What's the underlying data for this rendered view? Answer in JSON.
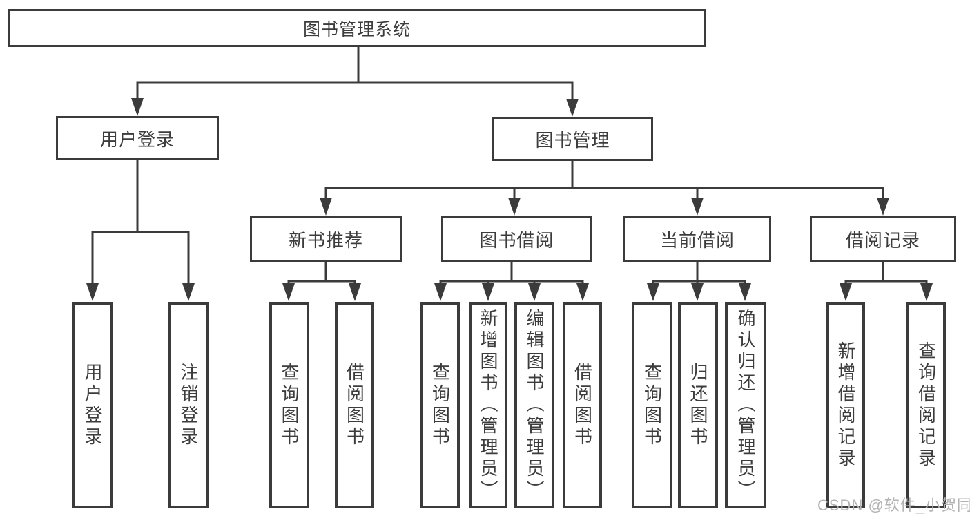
{
  "diagram": {
    "root": {
      "label": "图书管理系统"
    },
    "branches": [
      {
        "label": "用户登录",
        "children": [
          {
            "label": "用户登录"
          },
          {
            "label": "注销登录"
          }
        ]
      },
      {
        "label": "图书管理",
        "children": [
          {
            "label": "新书推荐",
            "children": [
              {
                "label": "查询图书"
              },
              {
                "label": "借阅图书"
              }
            ]
          },
          {
            "label": "图书借阅",
            "children": [
              {
                "label": "查询图书"
              },
              {
                "label": "新增图书（管理员）"
              },
              {
                "label": "编辑图书（管理员）"
              },
              {
                "label": "借阅图书"
              }
            ]
          },
          {
            "label": "当前借阅",
            "children": [
              {
                "label": "查询图书"
              },
              {
                "label": "归还图书"
              },
              {
                "label": "确认归还（管理员）"
              }
            ]
          },
          {
            "label": "借阅记录",
            "children": [
              {
                "label": "新增借阅记录"
              },
              {
                "label": "查询借阅记录"
              }
            ]
          }
        ]
      }
    ]
  },
  "watermark": {
    "text": "CSDN @软件_小贺同学"
  },
  "colors": {
    "line": "#3b3b3b",
    "text": "#3c3c3c",
    "box_background": "#ffffff",
    "page_background": "#ffffff",
    "watermark": "#b3b3b3"
  }
}
